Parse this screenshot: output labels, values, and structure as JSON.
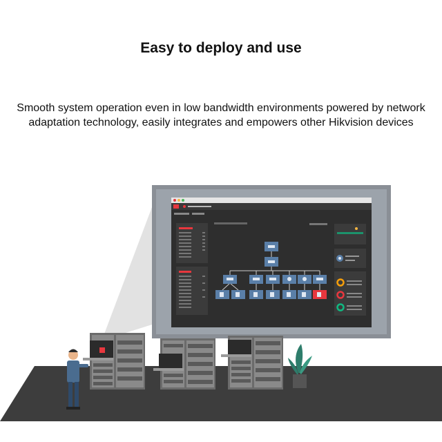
{
  "heading": "Easy to deploy and use",
  "description": "Smooth system operation even in low bandwidth environments powered by network adaptation technology, easily integrates and empowers other Hikvision devices",
  "colors": {
    "accent_red": "#e8373e",
    "node_blue": "#5a7fa8",
    "floor": "#3a3a3a",
    "wall_frame": "#6b7280",
    "screen_bg": "#2b2b2b"
  },
  "illustration": {
    "icons": [
      "video-wall",
      "dashboard-window",
      "topology-tree",
      "operator-person",
      "server-racks",
      "plant-pot"
    ],
    "status_ring_colors": [
      "#f59e0b",
      "#e8373e",
      "#10b981"
    ]
  }
}
